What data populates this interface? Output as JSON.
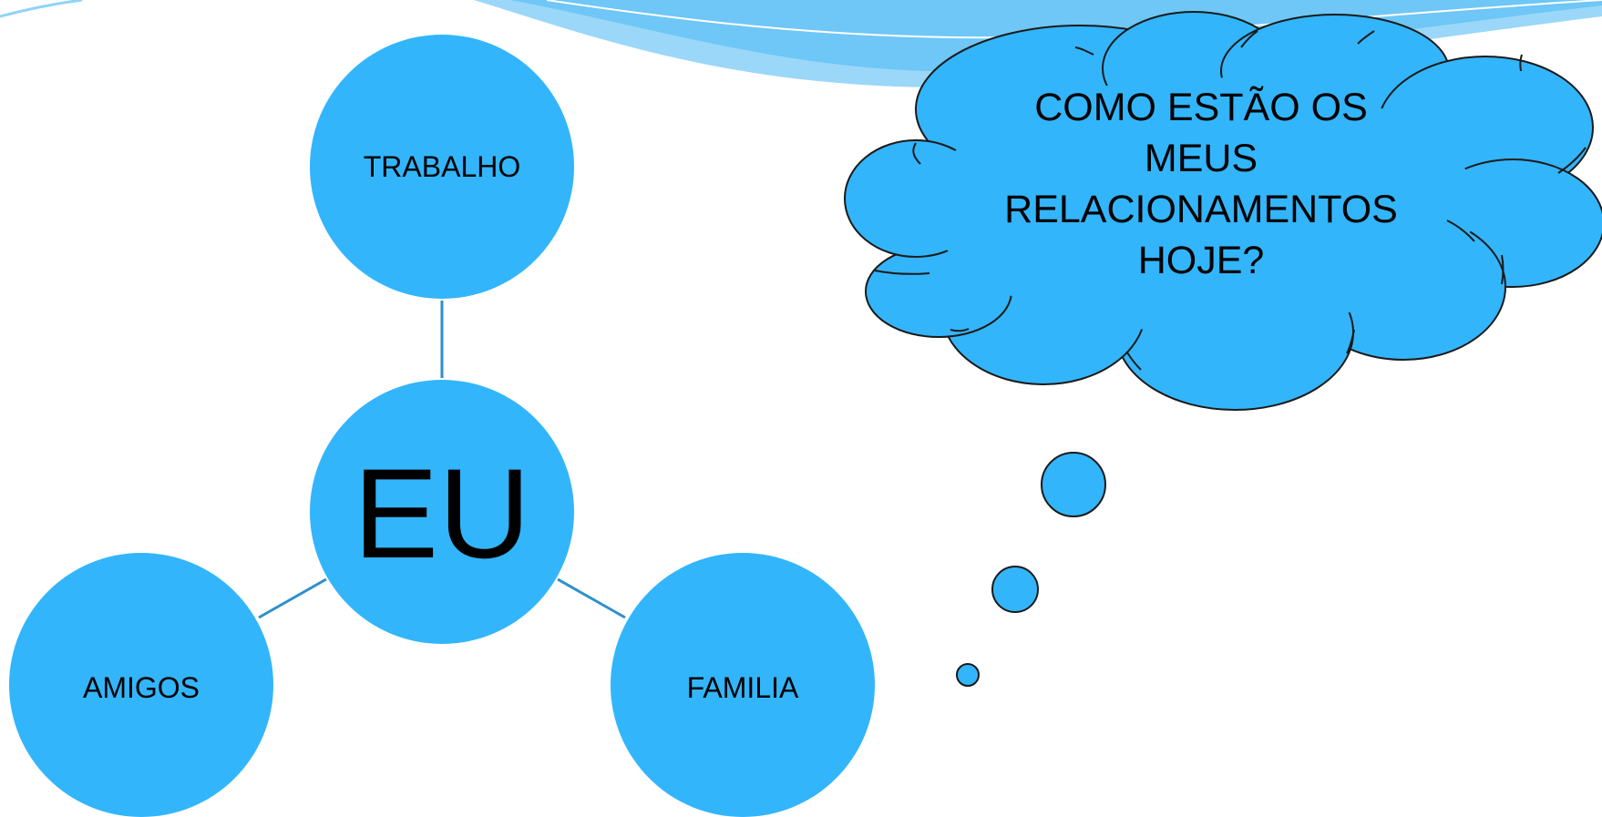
{
  "theme": {
    "node_fill": "#33B5FB",
    "connector_color": "#2E8FCB",
    "outline_color": "#1a1a1a",
    "wave_light": "#8FD3F8",
    "wave_mid": "#5BC0F5",
    "background": "#FFFFFF"
  },
  "diagram": {
    "center": {
      "label": "EU"
    },
    "nodes": [
      {
        "id": "trabalho",
        "label": "TRABALHO"
      },
      {
        "id": "amigos",
        "label": "AMIGOS"
      },
      {
        "id": "familia",
        "label": "FAMILIA"
      }
    ]
  },
  "thought_bubble": {
    "lines": [
      "COMO ESTÃO OS",
      "MEUS",
      "RELACIONAMENTOS",
      "HOJE?"
    ]
  }
}
